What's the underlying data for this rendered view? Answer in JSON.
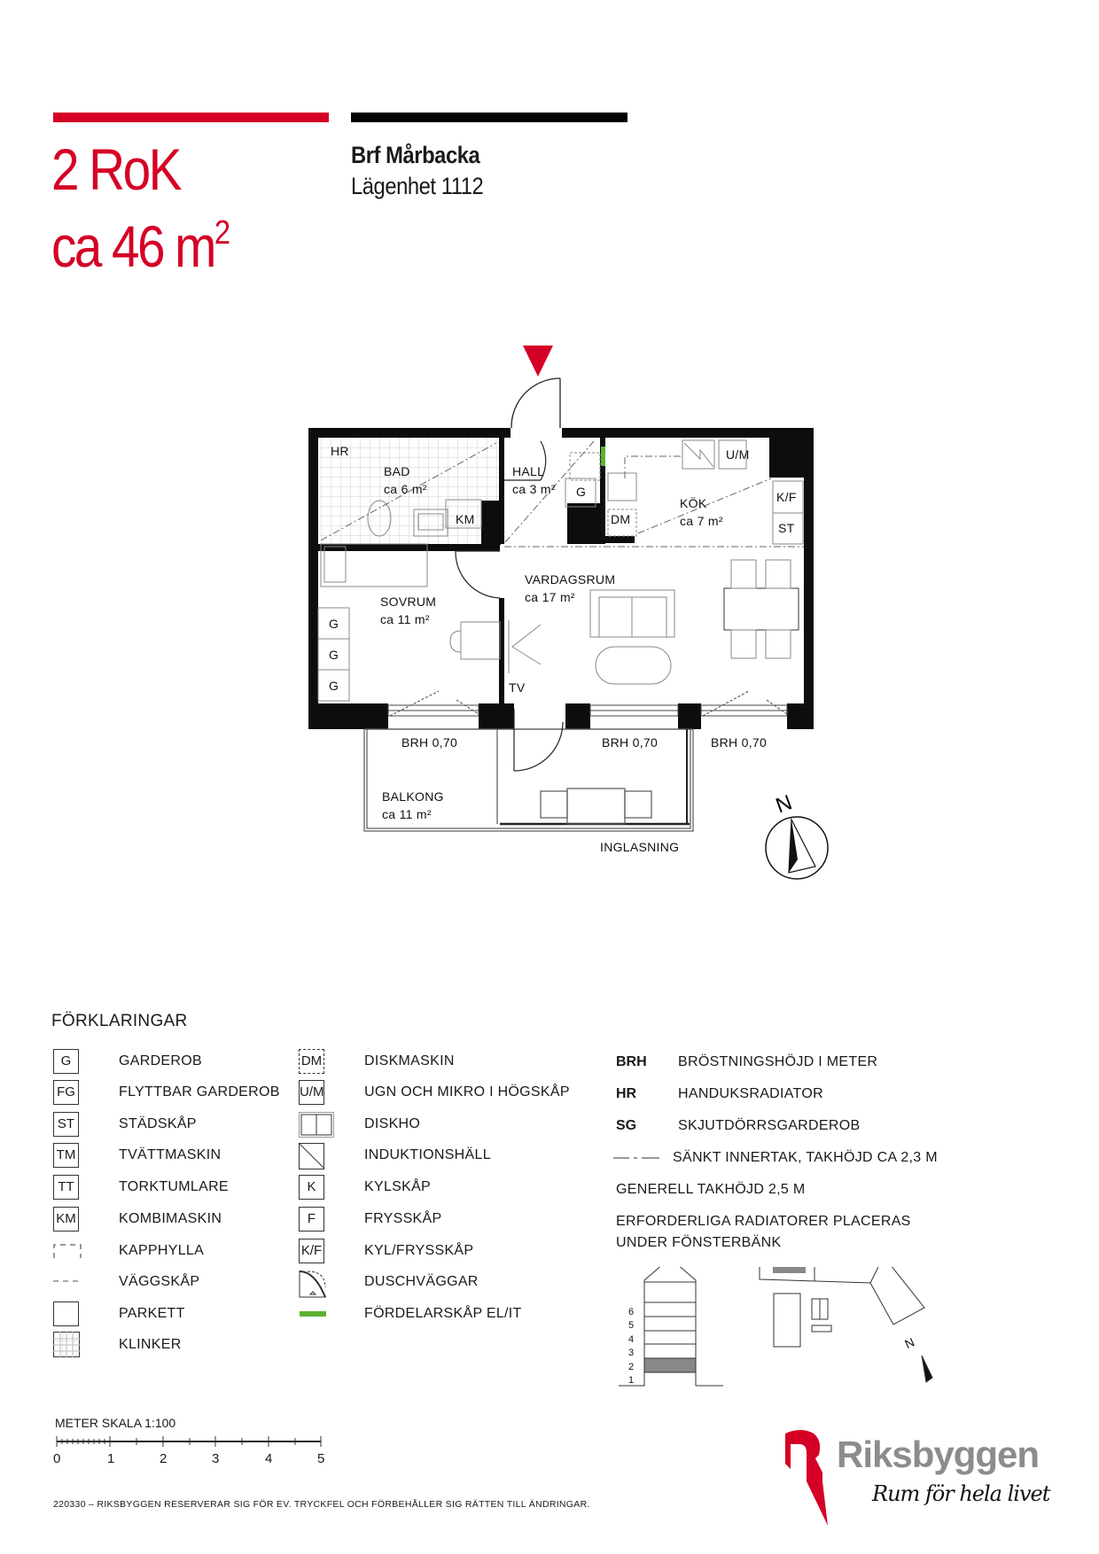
{
  "header": {
    "apartment_type": "2 RoK",
    "area_prefix": "ca 46 m",
    "area_sup": "2",
    "project": "Brf Mårbacka",
    "apartment": "Lägenhet 1112",
    "accent_color": "#d50026"
  },
  "plan": {
    "rooms": {
      "bad": {
        "name": "BAD",
        "area": "ca 6 m²"
      },
      "hall": {
        "name": "HALL",
        "area": "ca 3 m²"
      },
      "kok": {
        "name": "KÖK",
        "area": "ca 7 m²"
      },
      "vardagsrum": {
        "name": "VARDAGSRUM",
        "area": "ca 17 m²"
      },
      "sovrum": {
        "name": "SOVRUM",
        "area": "ca 11 m²"
      },
      "balkong": {
        "name": "BALKONG",
        "area": "ca 11 m²"
      }
    },
    "labels": {
      "hr": "HR",
      "km": "KM",
      "g": "G",
      "um": "U/M",
      "dm": "DM",
      "kf": "K/F",
      "st": "ST",
      "tv": "TV",
      "brh1": "BRH 0,70",
      "brh2": "BRH 0,70",
      "brh3": "BRH 0,70",
      "inglasning": "INGLASNING",
      "north": "N"
    },
    "distribution_color": "#5db030"
  },
  "legend": {
    "title": "FÖRKLARINGAR",
    "col1": [
      {
        "symbol": "G",
        "label": "GARDEROB"
      },
      {
        "symbol": "FG",
        "label": "FLYTTBAR GARDEROB"
      },
      {
        "symbol": "ST",
        "label": "STÄDSKÅP"
      },
      {
        "symbol": "TM",
        "label": "TVÄTTMASKIN"
      },
      {
        "symbol": "TT",
        "label": "TORKTUMLARE"
      },
      {
        "symbol": "KM",
        "label": "KOMBIMASKIN"
      },
      {
        "symbol": "",
        "label": "KAPPHYLLA"
      },
      {
        "symbol": "",
        "label": "VÄGGSKÅP"
      },
      {
        "symbol": "",
        "label": "PARKETT"
      },
      {
        "symbol": "",
        "label": "KLINKER"
      }
    ],
    "col2": [
      {
        "symbol": "DM",
        "label": "DISKMASKIN"
      },
      {
        "symbol": "U/M",
        "label": "UGN OCH MIKRO  I HÖGSKÅP"
      },
      {
        "symbol": "",
        "label": "DISKHO"
      },
      {
        "symbol": "",
        "label": "INDUKTIONSHÄLL"
      },
      {
        "symbol": "K",
        "label": "KYLSKÅP"
      },
      {
        "symbol": "F",
        "label": "FRYSSKÅP"
      },
      {
        "symbol": "K/F",
        "label": "KYL/FRYSSKÅP"
      },
      {
        "symbol": "",
        "label": "DUSCHVÄGGAR"
      },
      {
        "symbol": "",
        "label": "FÖRDELARSKÅP EL/IT"
      }
    ],
    "col3": [
      {
        "abbr": "BRH",
        "label": "BRÖSTNINGSHÖJD I METER"
      },
      {
        "abbr": "HR",
        "label": "HANDUKSRADIATOR"
      },
      {
        "abbr": "SG",
        "label": "SKJUTDÖRRSGARDEROB"
      }
    ],
    "lowered_ceiling": "SÄNKT INNERTAK, TAKHÖJD CA 2,3 M",
    "general_height": "GENERELL TAKHÖJD 2,5 M",
    "radiators_line1": "ERFORDERLIGA RADIATORER PLACERAS",
    "radiators_line2": "UNDER FÖNSTERBÄNK"
  },
  "section": {
    "floors": [
      "1",
      "2",
      "3",
      "4",
      "5",
      "6"
    ],
    "current_floor": 2,
    "north": "N"
  },
  "scale": {
    "label": "METER  SKALA 1:100",
    "ticks": [
      "0",
      "1",
      "2",
      "3",
      "4",
      "5"
    ]
  },
  "footer": {
    "disclaimer": "220330 – RIKSBYGGEN RESERVERAR SIG FÖR EV. TRYCKFEL OCH FÖRBEHÅLLER SIG RÄTTEN TILL ÄNDRINGAR."
  },
  "logo": {
    "name": "Riksbyggen",
    "tagline": "Rum för hela livet"
  }
}
